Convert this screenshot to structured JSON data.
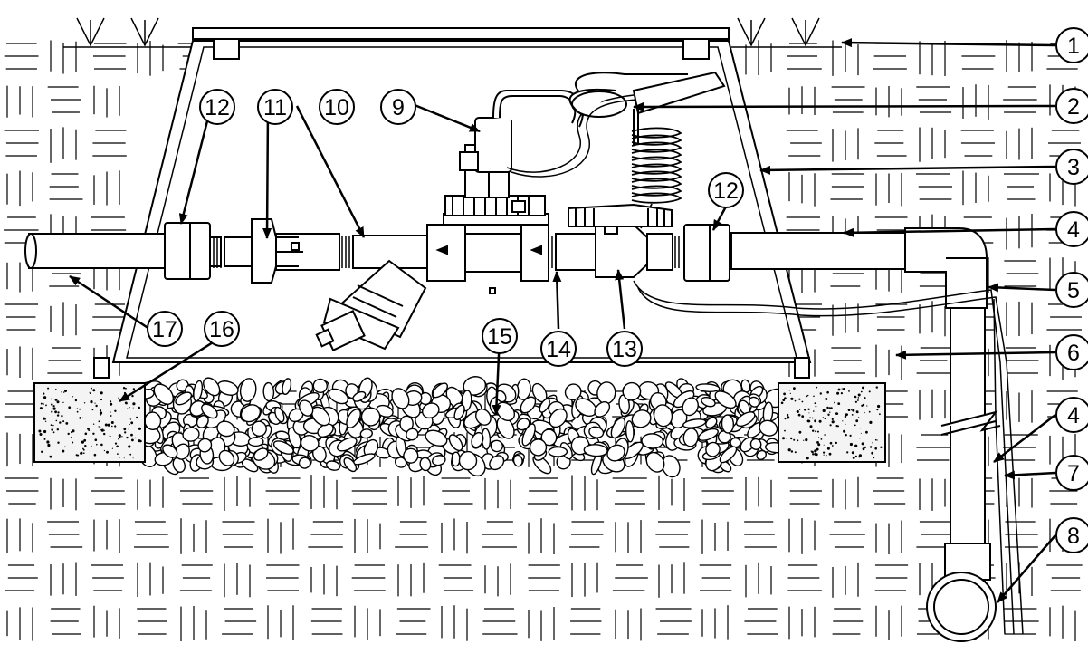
{
  "callouts": [
    {
      "id": "c1",
      "label": "1"
    },
    {
      "id": "c2",
      "label": "2"
    },
    {
      "id": "c3",
      "label": "3"
    },
    {
      "id": "c4a",
      "label": "4"
    },
    {
      "id": "c5",
      "label": "5"
    },
    {
      "id": "c6",
      "label": "6"
    },
    {
      "id": "c4b",
      "label": "4"
    },
    {
      "id": "c7",
      "label": "7"
    },
    {
      "id": "c8",
      "label": "8"
    },
    {
      "id": "c9",
      "label": "9"
    },
    {
      "id": "c10",
      "label": "10"
    },
    {
      "id": "c11",
      "label": "11"
    },
    {
      "id": "c12a",
      "label": "12"
    },
    {
      "id": "c12b",
      "label": "12"
    },
    {
      "id": "c13",
      "label": "13"
    },
    {
      "id": "c14",
      "label": "14"
    },
    {
      "id": "c15",
      "label": "15"
    },
    {
      "id": "c16",
      "label": "16"
    },
    {
      "id": "c17",
      "label": "17"
    }
  ],
  "colors": {
    "line": "#000000",
    "background": "#ffffff",
    "box_fill": "#ffffff",
    "concrete": "#f4f4f4"
  }
}
